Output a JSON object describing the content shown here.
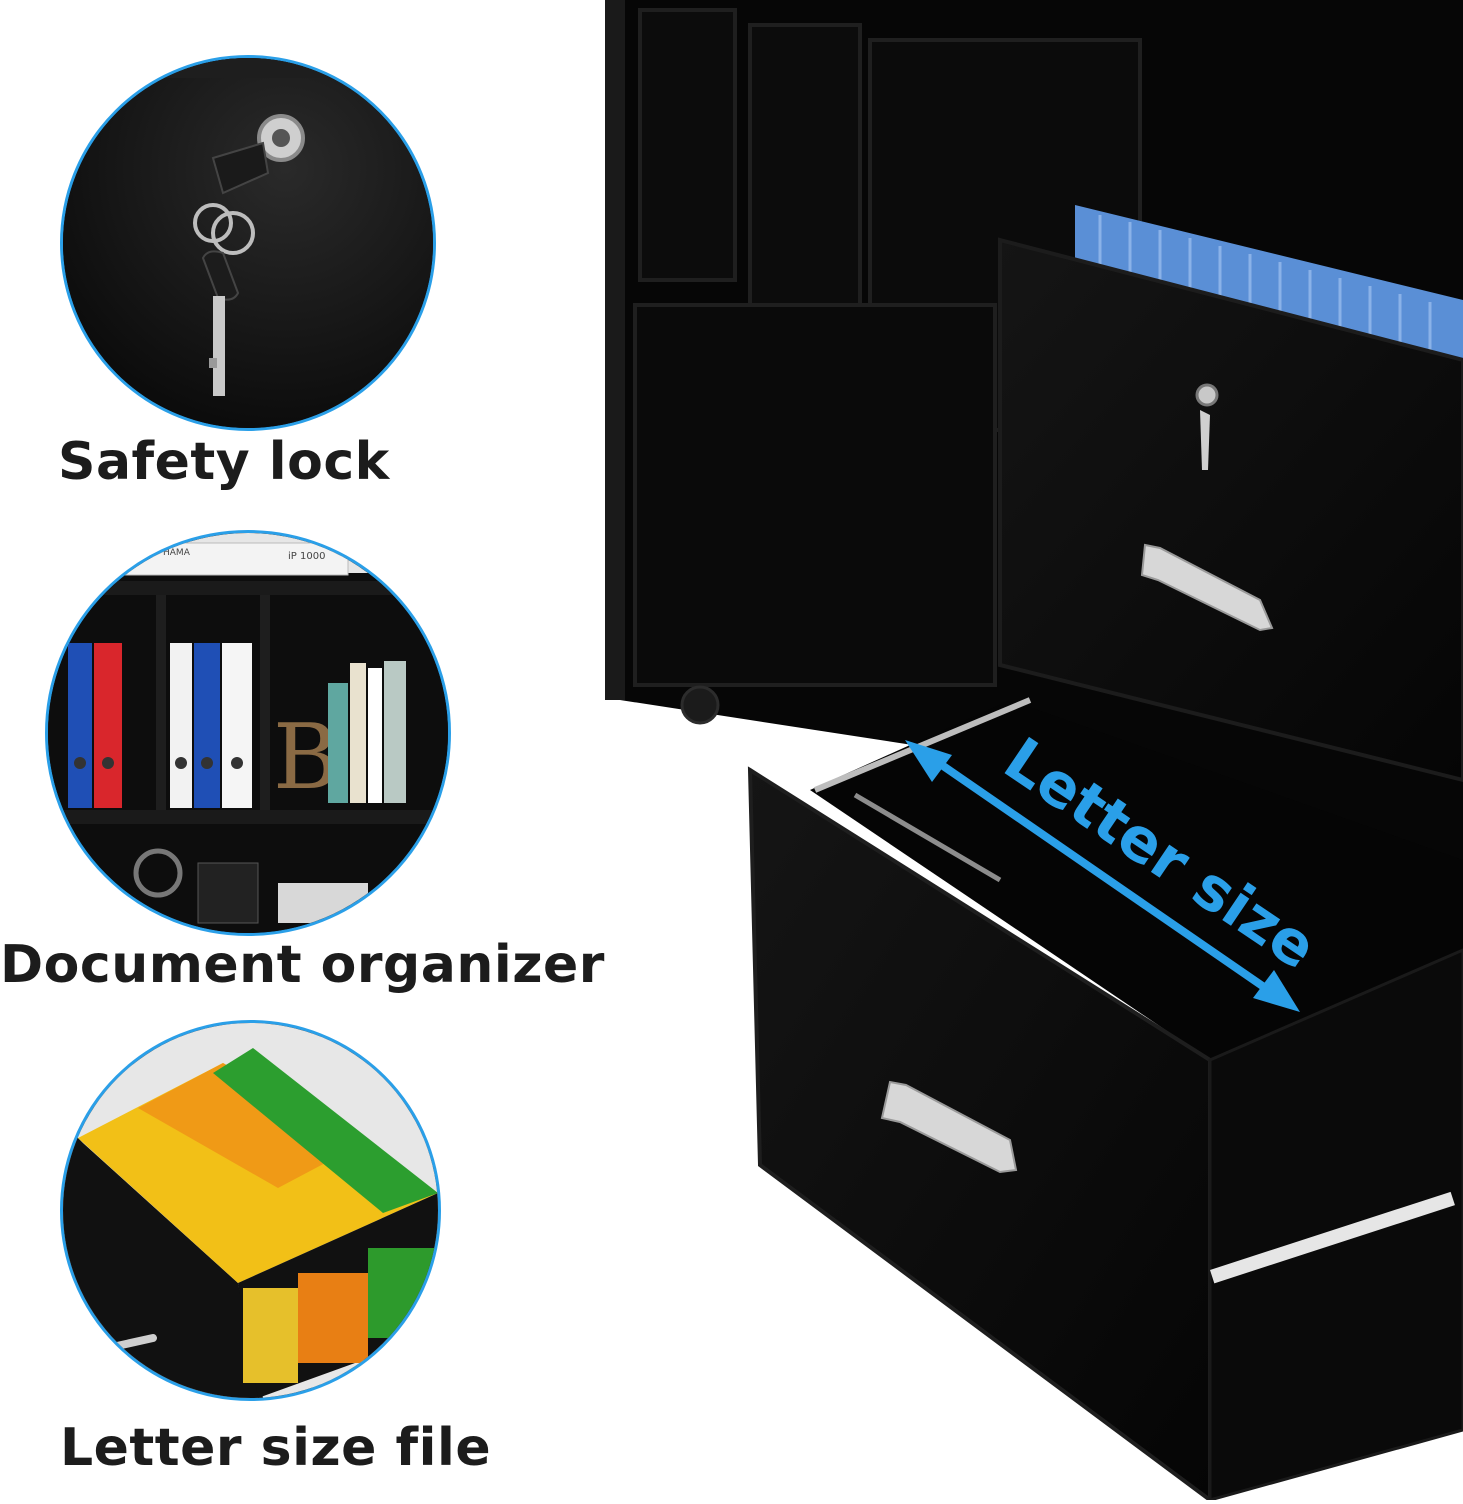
{
  "features": [
    {
      "label": "Safety lock",
      "icon": "lock-key-icon"
    },
    {
      "label": "Document organizer",
      "icon": "bookshelf-binders-icon"
    },
    {
      "label": "Letter size file",
      "icon": "hanging-files-drawer-icon"
    }
  ],
  "product": {
    "dimension_label": "Letter size",
    "colors": {
      "cabinet": "#0d0d0d",
      "accent": "#2a9fe8",
      "folders_blue": "#6a9bd8"
    }
  },
  "organizer_scene": {
    "printer_text": "HAMA",
    "printer_model": "iP 1000",
    "decor_letter": "B"
  }
}
